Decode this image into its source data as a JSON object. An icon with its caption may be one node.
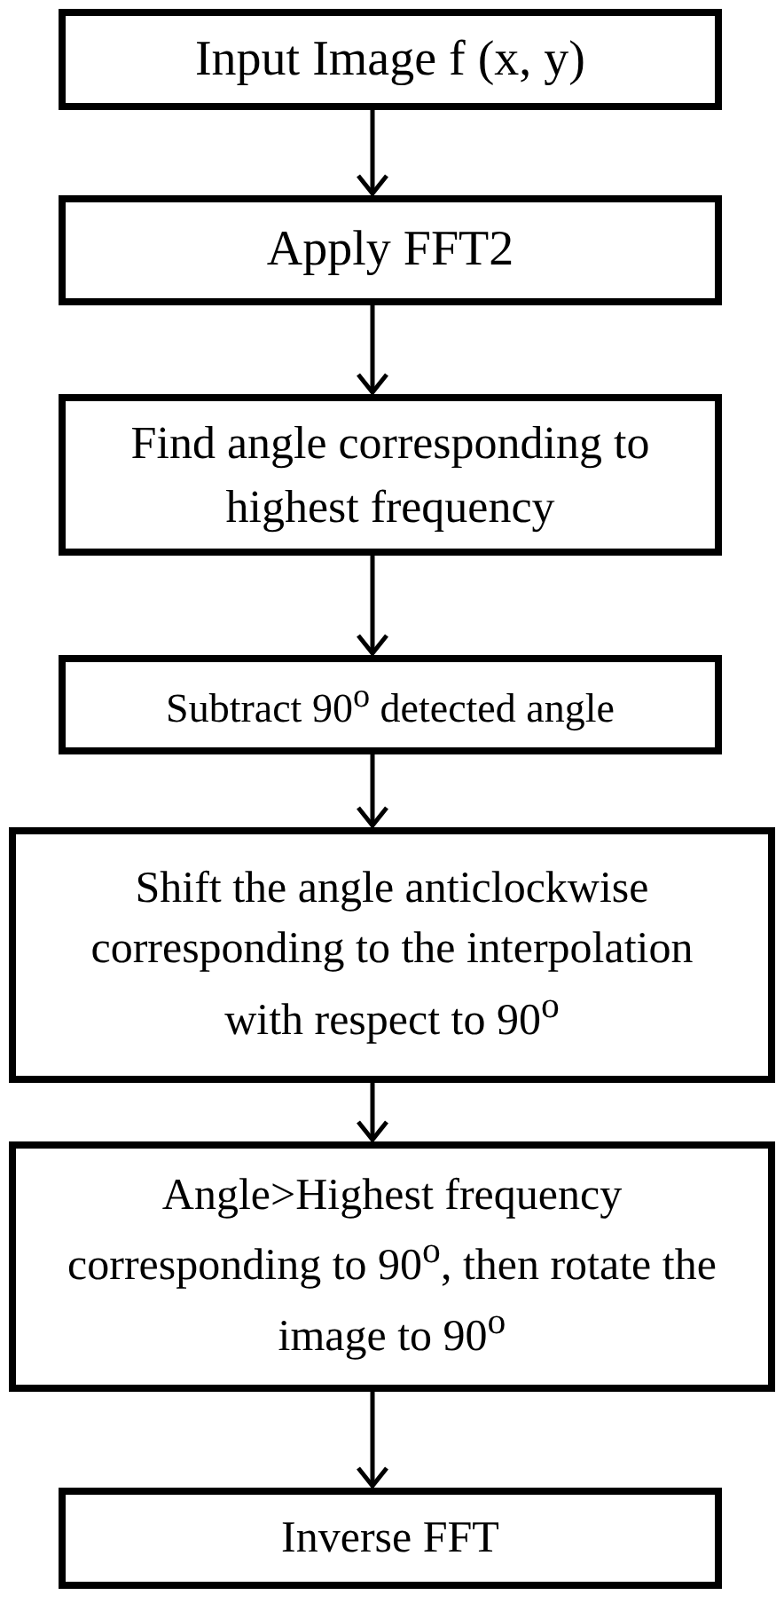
{
  "diagram": {
    "nodes": [
      {
        "text": [
          "Input Image f (x, y)"
        ]
      },
      {
        "text": [
          "Apply FFT2"
        ]
      },
      {
        "text": [
          "Find angle corresponding to highest frequency"
        ]
      },
      {
        "text": [
          "Subtract 90$^{o}$ detected angle"
        ]
      },
      {
        "text": [
          "Shift the angle anticlockwise corresponding to the interpolation with respect to 90$^{o}$"
        ]
      },
      {
        "text": [
          "Angle>Highest frequency corresponding to 90$^{o}$, then rotate the image to 90$^{o}$"
        ]
      },
      {
        "text": [
          "Inverse FFT"
        ]
      }
    ],
    "edges": [
      {
        "from": 0,
        "to": 1,
        "arrow": "to"
      },
      {
        "from": 1,
        "to": 2,
        "arrow": "to"
      },
      {
        "from": 2,
        "to": 3,
        "arrow": "to"
      },
      {
        "from": 3,
        "to": 4,
        "arrow": "to"
      },
      {
        "from": 4,
        "to": 5,
        "arrow": "to"
      },
      {
        "from": 5,
        "to": 6,
        "arrow": "to"
      }
    ]
  }
}
